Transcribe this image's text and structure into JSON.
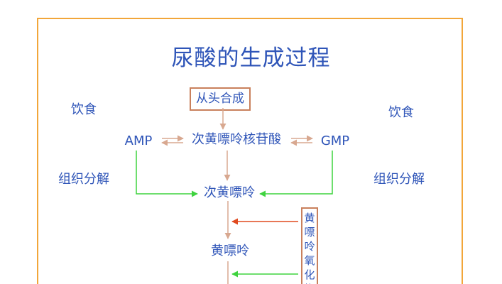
{
  "title": "尿酸的生成过程",
  "nodes": {
    "de_novo": "从头合成",
    "amp": "AMP",
    "imp": "次黄嘌呤核苷酸",
    "gmp": "GMP",
    "hypoxanthine": "次黄嘌呤",
    "xanthine": "黄嘌呤"
  },
  "side_labels": {
    "diet_left": "饮食",
    "diet_right": "饮食",
    "tissue_left": "组织分解",
    "tissue_right": "组织分解"
  },
  "enzyme": {
    "chars": [
      "黄",
      "嘌",
      "呤",
      "氧",
      "化",
      "梅"
    ]
  },
  "colors": {
    "text_blue": "#2f55b8",
    "frame_orange": "#f2a63a",
    "box_brown": "#c9805c",
    "arrow_tan": "#d8a890",
    "arrow_green": "#3fd33f",
    "arrow_red": "#e04a1f"
  }
}
